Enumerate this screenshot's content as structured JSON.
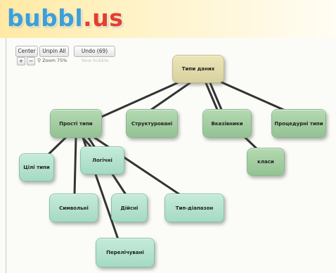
{
  "app": {
    "logo": {
      "word": "bubbl",
      "dot": ".",
      "suffix": "us"
    }
  },
  "toolbar": {
    "center_label": "Center",
    "unpin_all_label": "Unpin All",
    "undo_label": "Undo (69)",
    "zoom_in_label": "+",
    "zoom_out_label": "−",
    "zoom_icon": "magnifier-icon",
    "zoom_text": "Zoom 75%",
    "new_bubble_label": "New bubble"
  },
  "mindmap": {
    "nodes": {
      "root": "Типи даних",
      "simple": "Прості типи",
      "structured": "Структуровані",
      "pointers": "Вказівники",
      "procedural": "Процедурні типи",
      "classes": "класи",
      "integer": "Цілі типи",
      "logical": "Логічні",
      "symbolic": "Символьні",
      "real": "Дійсні",
      "range": "Тип-діапазон",
      "enumerated": "Перелічувані"
    }
  },
  "colors": {
    "logo_blue": "#3e9fd6",
    "logo_red": "#e63d2d",
    "root_fill": "#d8d09f",
    "branch_fill": "#99c495",
    "leaf_fill": "#a5dac4",
    "edge": "#333333"
  }
}
